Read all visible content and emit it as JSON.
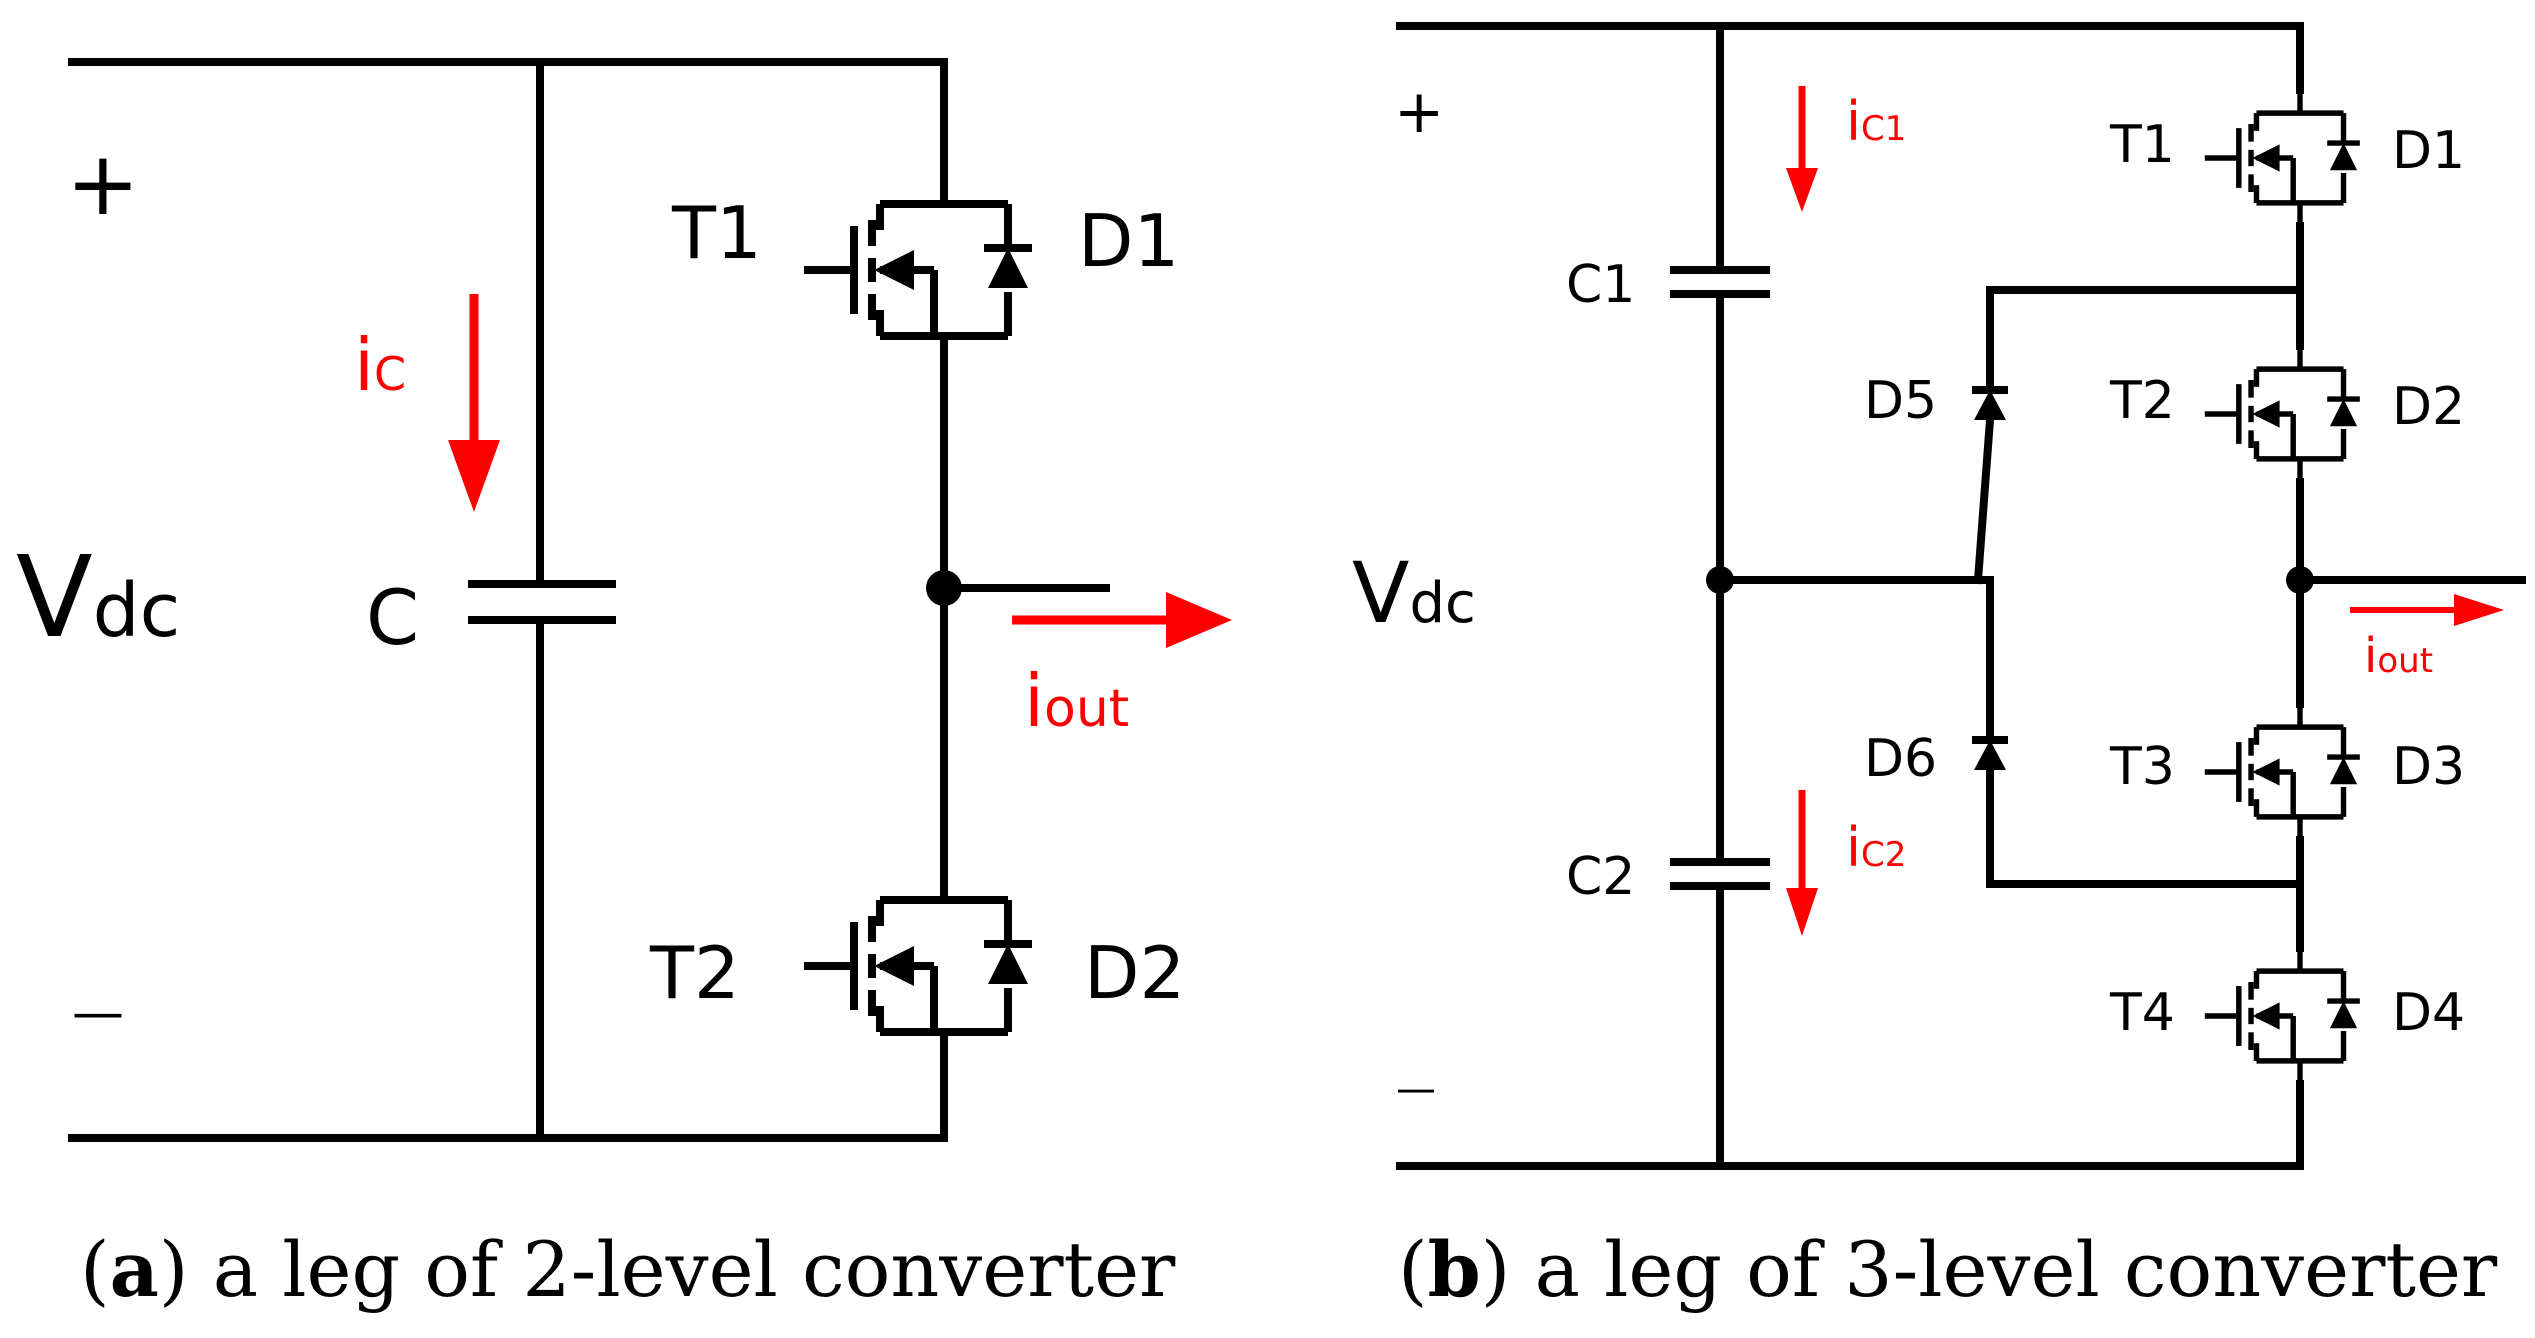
{
  "colors": {
    "wire": "#000000",
    "current_arrow": "#ff0000"
  },
  "left": {
    "plus": "+",
    "minus": "—",
    "vdc_main": "V",
    "vdc_sub": "dc",
    "cap": "C",
    "ic_main": "i",
    "ic_sub": "C",
    "t1": "T1",
    "d1": "D1",
    "t2": "T2",
    "d2": "D2",
    "iout_main": "i",
    "iout_sub": "out",
    "caption_letter": "a",
    "caption_text": " a leg of 2-level converter"
  },
  "right": {
    "plus": "+",
    "minus": "—",
    "vdc_main": "V",
    "vdc_sub": "dc",
    "c1": "C1",
    "c2": "C2",
    "ic1_main": "i",
    "ic1_sub": "C1",
    "ic2_main": "i",
    "ic2_sub": "C2",
    "d5": "D5",
    "d6": "D6",
    "t1": "T1",
    "d1": "D1",
    "t2": "T2",
    "d2": "D2",
    "t3": "T3",
    "d3": "D3",
    "t4": "T4",
    "d4": "D4",
    "iout_main": "i",
    "iout_sub": "out",
    "caption_letter": "b",
    "caption_text": " a leg of 3-level converter"
  }
}
